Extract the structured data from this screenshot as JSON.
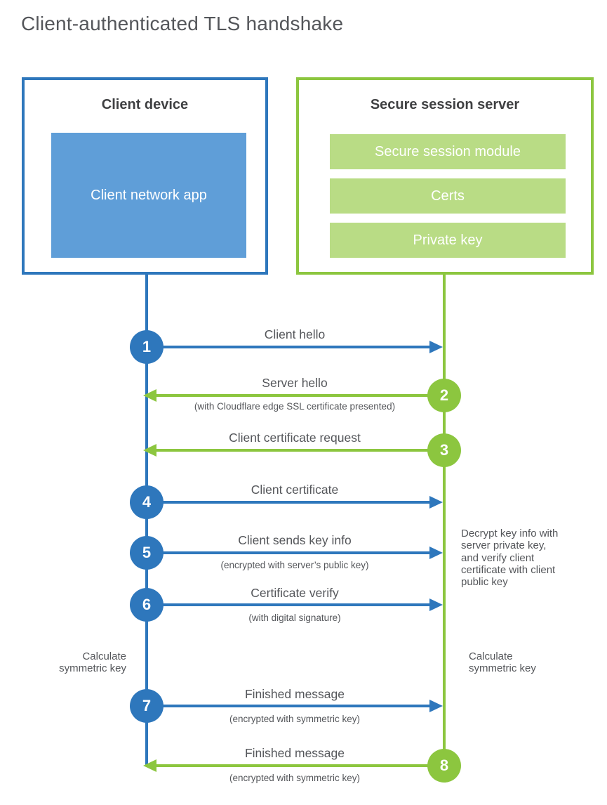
{
  "title": "Client-authenticated TLS handshake",
  "colors": {
    "blue_accent": "#2e77bc",
    "blue_fill": "#5f9ed8",
    "green_accent": "#8cc63f",
    "green_fill": "#b9dc85",
    "heading_text": "#3f4042",
    "body_text": "#55565a"
  },
  "client": {
    "title": "Client device",
    "app_label": "Client network app"
  },
  "server": {
    "title": "Secure session server",
    "modules": [
      "Secure session module",
      "Certs",
      "Private key"
    ]
  },
  "steps": [
    {
      "number": "1",
      "from": "client",
      "label": "Client hello",
      "sublabel": ""
    },
    {
      "number": "2",
      "from": "server",
      "label": "Server hello",
      "sublabel": "(with Cloudflare edge SSL certificate presented)"
    },
    {
      "number": "3",
      "from": "server",
      "label": "Client certificate request",
      "sublabel": ""
    },
    {
      "number": "4",
      "from": "client",
      "label": "Client certificate",
      "sublabel": ""
    },
    {
      "number": "5",
      "from": "client",
      "label": "Client sends key info",
      "sublabel": "(encrypted with server’s public key)"
    },
    {
      "number": "6",
      "from": "client",
      "label": "Certificate verify",
      "sublabel": "(with digital signature)"
    },
    {
      "number": "7",
      "from": "client",
      "label": "Finished message",
      "sublabel": "(encrypted with symmetric key)"
    },
    {
      "number": "8",
      "from": "server",
      "label": "Finished message",
      "sublabel": "(encrypted with symmetric key)"
    }
  ],
  "notes": {
    "decrypt_note": "Decrypt key info with server private key, and verify client certificate with client public key",
    "calc_left": "Calculate symmetric key",
    "calc_right": "Calculate symmetric key"
  }
}
